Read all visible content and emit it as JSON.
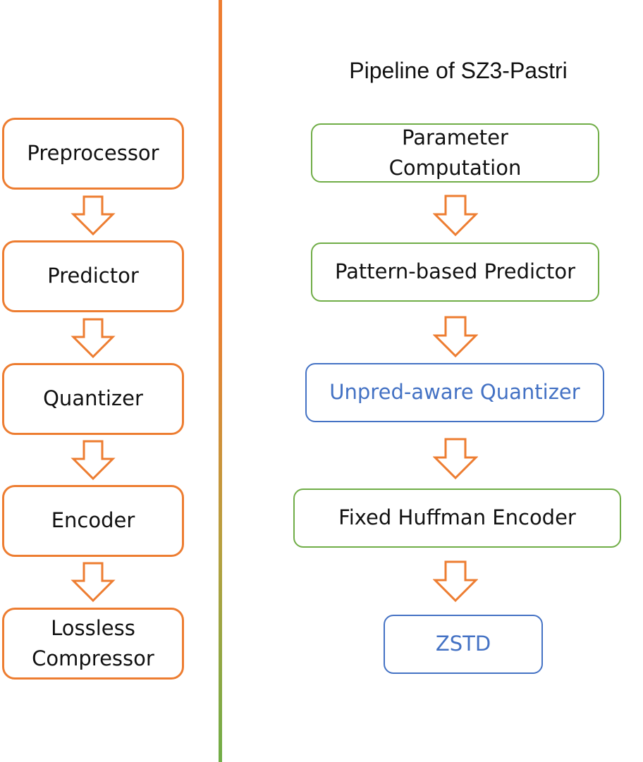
{
  "left_pipeline": {
    "stages": [
      "Preprocessor",
      "Predictor",
      "Quantizer",
      "Encoder",
      "Lossless\nCompressor"
    ]
  },
  "right_pipeline": {
    "title": "Pipeline of SZ3-Pastri",
    "stages": [
      "Parameter\nComputation",
      "Pattern-based Predictor",
      "Unpred-aware Quantizer",
      "Fixed Huffman Encoder",
      "ZSTD"
    ]
  },
  "colors": {
    "orange": "#ED7D31",
    "green": "#70AD47",
    "blue": "#4472C4",
    "text": "#111111"
  }
}
